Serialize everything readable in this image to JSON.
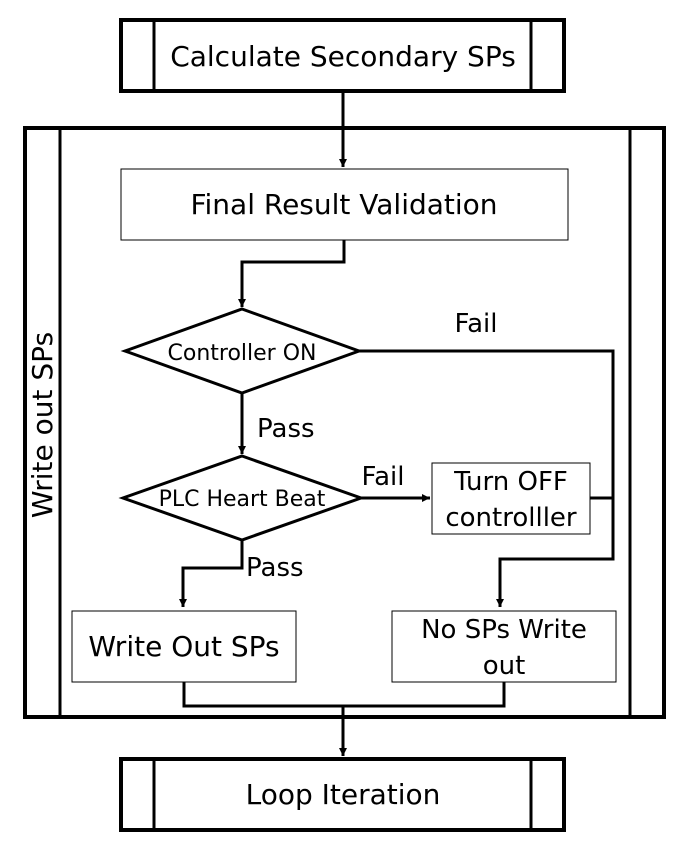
{
  "nodes": {
    "calc": "Calculate Secondary SPs",
    "validation": "Final Result Validation",
    "controller_on": "Controller ON",
    "plc": "PLC Heart Beat",
    "turn_off_1": "Turn OFF",
    "turn_off_2": "controlller",
    "write_out": "Write Out SPs",
    "no_sps_1": "No SPs Write",
    "no_sps_2": "out",
    "loop": "Loop Iteration"
  },
  "container_label": "Write out SPs",
  "edge_labels": {
    "fail_controller": "Fail",
    "pass_controller": "Pass",
    "fail_plc": "Fail",
    "pass_plc": "Pass"
  }
}
